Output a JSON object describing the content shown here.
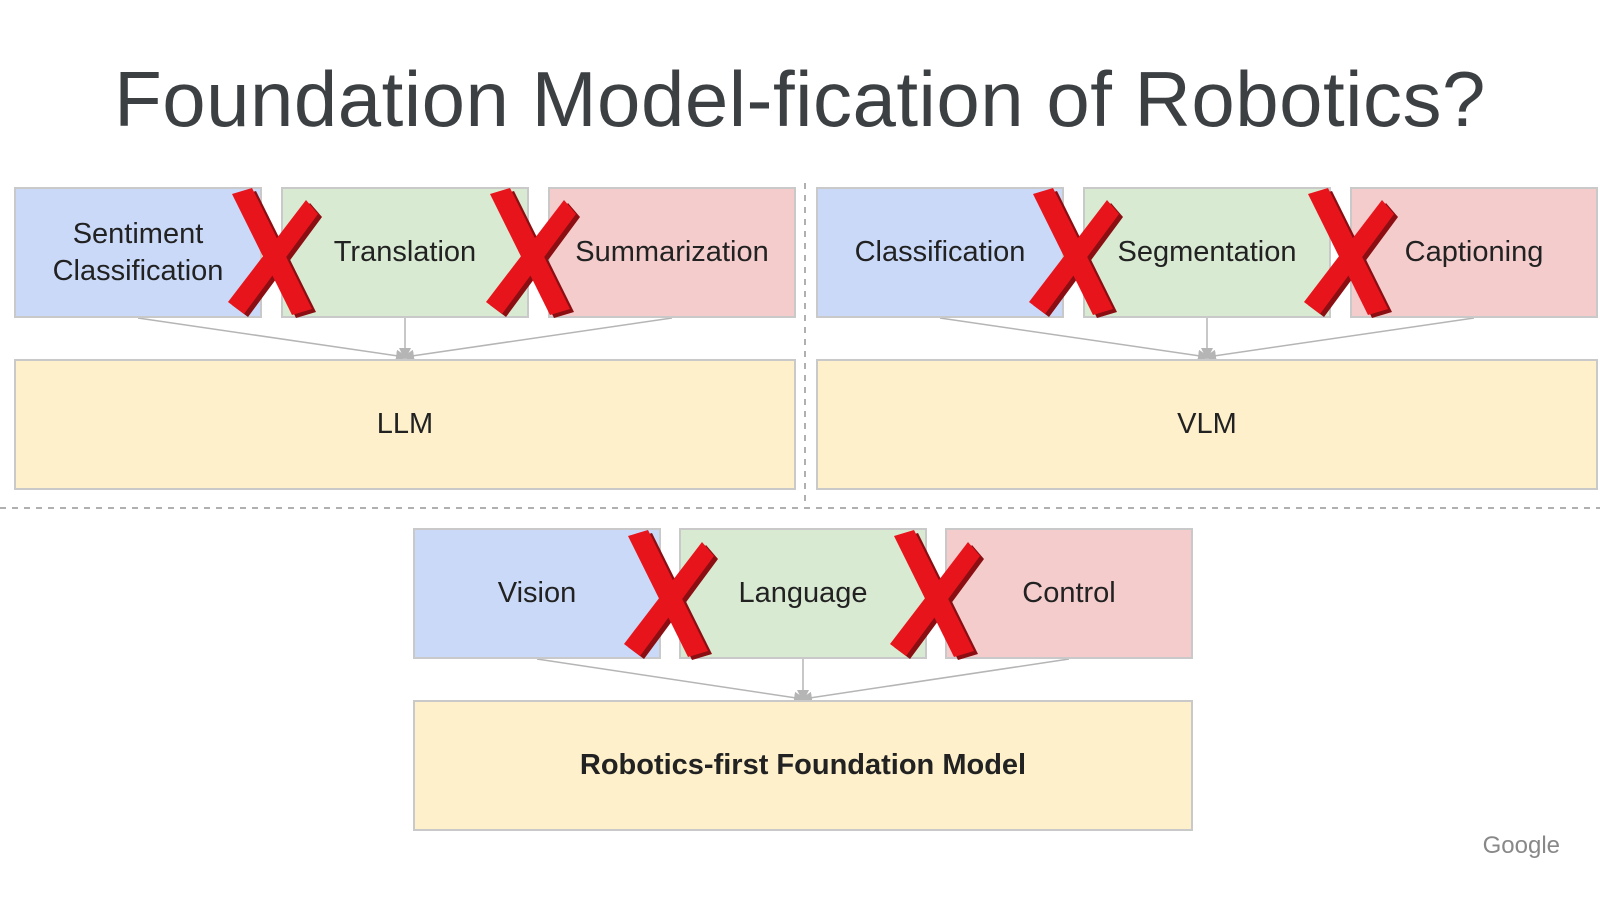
{
  "title": "Foundation Model-fication of Robotics?",
  "llm_group": {
    "tasks": [
      "Sentiment\nClassification",
      "Translation",
      "Summarization"
    ],
    "model": "LLM"
  },
  "vlm_group": {
    "tasks": [
      "Classification",
      "Segmentation",
      "Captioning"
    ],
    "model": "VLM"
  },
  "robotics_group": {
    "tasks": [
      "Vision",
      "Language",
      "Control"
    ],
    "model": "Robotics-first Foundation Model"
  },
  "footer_logo": "Google",
  "colors": {
    "blue": "#c9d9f7",
    "green": "#d9ead3",
    "red": "#f4cccc",
    "yellow": "#fdf0cb",
    "cross": "#e8141c"
  }
}
